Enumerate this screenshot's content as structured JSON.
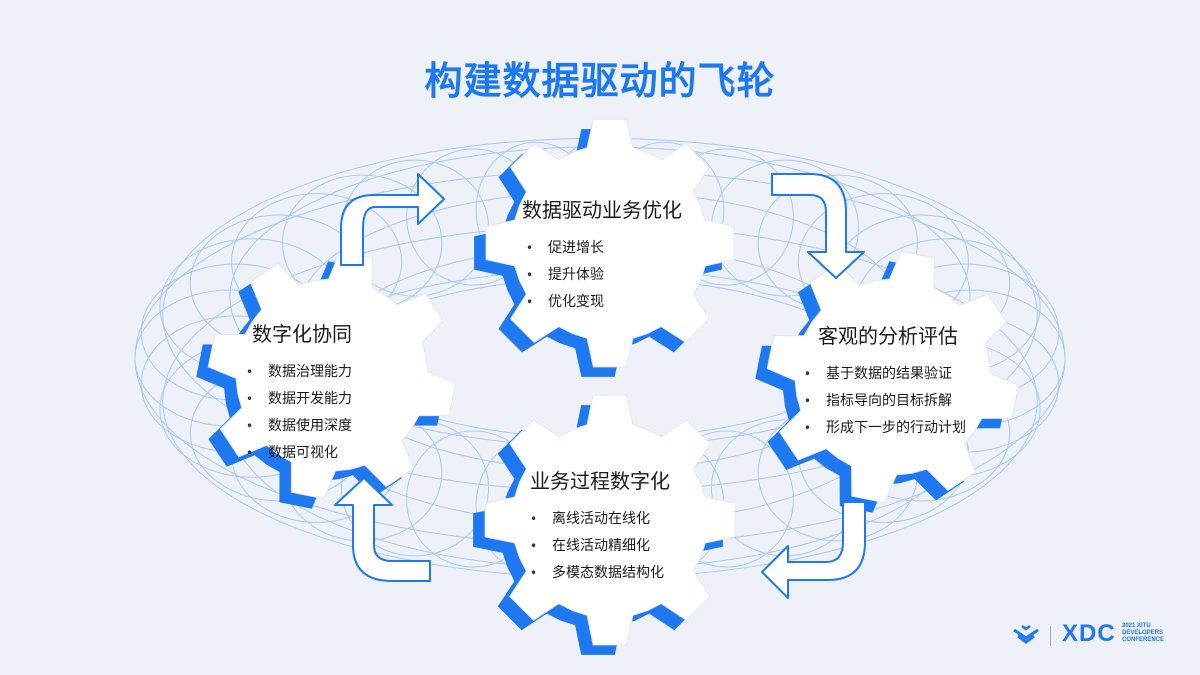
{
  "title": "构建数据驱动的飞轮",
  "gears": {
    "top": {
      "heading": "数据驱动业务优化",
      "items": [
        "促进增长",
        "提升体验",
        "优化变现"
      ]
    },
    "right": {
      "heading": "客观的分析评估",
      "items": [
        "基于数据的结果验证",
        "指标导向的目标拆解",
        "形成下一步的行动计划"
      ]
    },
    "bottom": {
      "heading": "业务过程数字化",
      "items": [
        "离线活动在线化",
        "在线活动精细化",
        "多模态数据结构化"
      ]
    },
    "left": {
      "heading": "数字化协同",
      "items": [
        "数据治理能力",
        "数据开发能力",
        "数据使用深度",
        "数据可视化"
      ]
    }
  },
  "logo": {
    "name": "XDC",
    "sub_line1": "2021 XITU",
    "sub_line2": "DEVELOPERS",
    "sub_line3": "CONFERENCE"
  },
  "colors": {
    "accent": "#1e78f0",
    "background": "#eef2f8",
    "wire": "#a9c8f2"
  }
}
